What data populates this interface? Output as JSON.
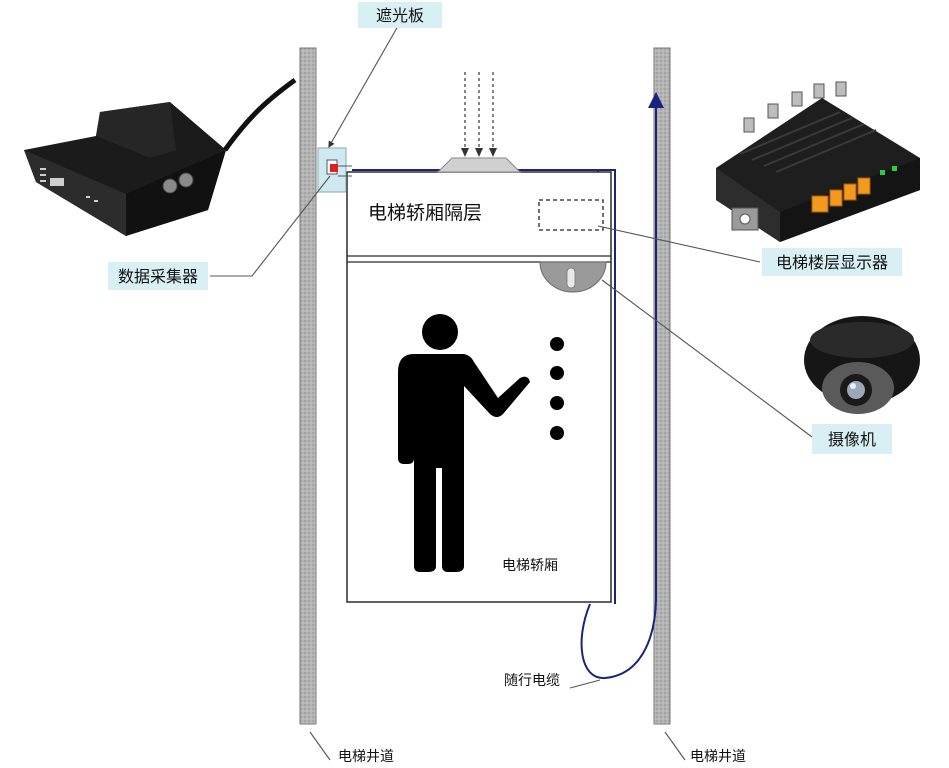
{
  "labels": {
    "shield_plate": "遮光板",
    "data_collector": "数据采集器",
    "car_interlayer": "电梯轿厢隔层",
    "floor_display": "电梯楼层显示器",
    "camera": "摄像机",
    "elevator_car": "电梯轿厢",
    "traveling_cable": "随行电缆",
    "shaft_left": "电梯井道",
    "shaft_right": "电梯井道"
  },
  "colors": {
    "cable_blue": "#1a237e",
    "label_bg": "#d8f0f4",
    "wall_gray": "#a8a8a8",
    "figure_black": "#000000"
  }
}
